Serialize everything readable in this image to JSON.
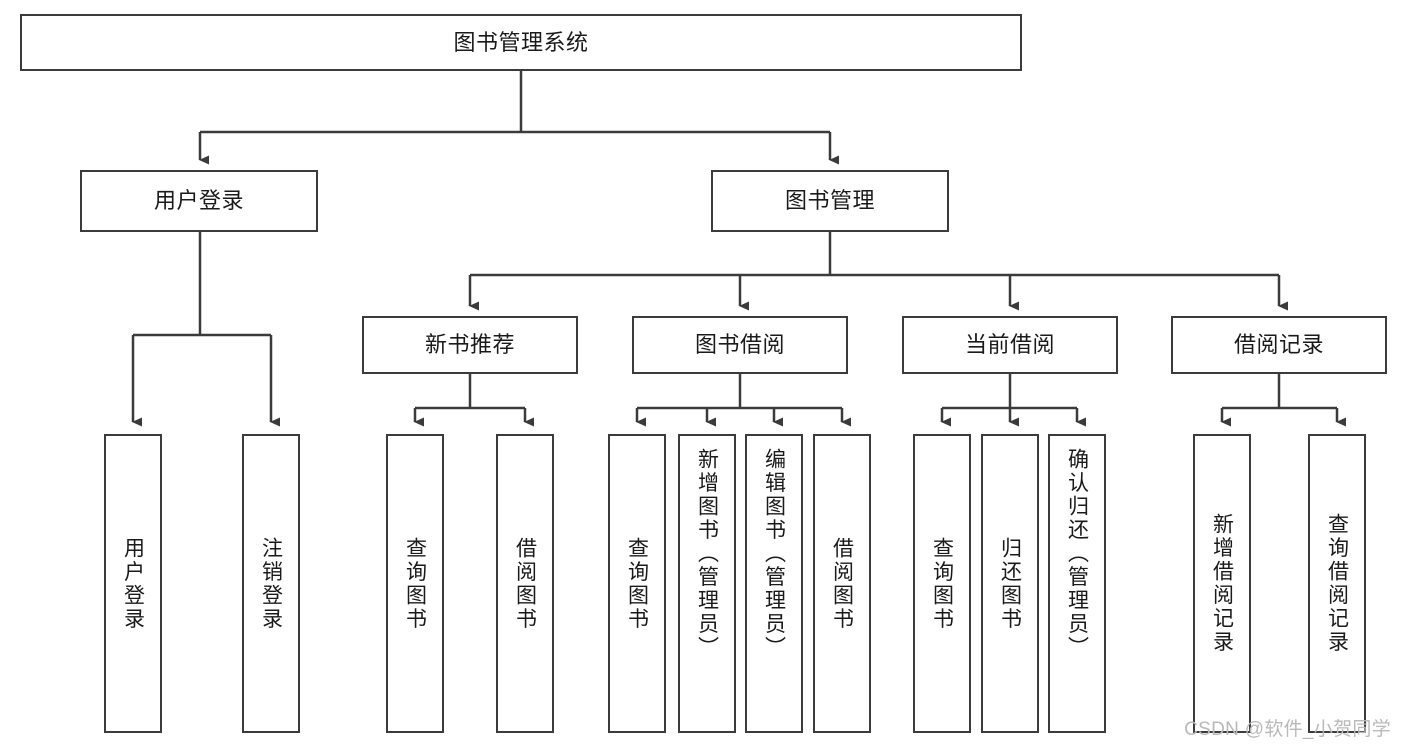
{
  "diagram": {
    "title": "图书管理系统",
    "type": "tree-hierarchy-diagram",
    "nodes": {
      "root": {
        "label": "图书管理系统"
      },
      "level2": [
        {
          "id": "user-login",
          "label": "用户登录"
        },
        {
          "id": "book-management",
          "label": "图书管理"
        }
      ],
      "level3": [
        {
          "id": "new-book-recommend",
          "label": "新书推荐"
        },
        {
          "id": "book-borrow",
          "label": "图书借阅"
        },
        {
          "id": "current-borrow",
          "label": "当前借阅"
        },
        {
          "id": "borrow-record",
          "label": "借阅记录"
        }
      ],
      "leaves": {
        "user_login": [
          {
            "id": "leaf-user-login",
            "label": "用户登录"
          },
          {
            "id": "leaf-logout-login",
            "label": "注销登录"
          }
        ],
        "new_book_recommend": [
          {
            "id": "leaf-query-book-1",
            "label": "查询图书"
          },
          {
            "id": "leaf-borrow-book-1",
            "label": "借阅图书"
          }
        ],
        "book_borrow": [
          {
            "id": "leaf-query-book-2",
            "label": "查询图书"
          },
          {
            "id": "leaf-add-book",
            "label": "新增图书（管理员）"
          },
          {
            "id": "leaf-edit-book",
            "label": "编辑图书（管理员）"
          },
          {
            "id": "leaf-borrow-book-2",
            "label": "借阅图书"
          }
        ],
        "current_borrow": [
          {
            "id": "leaf-query-book-3",
            "label": "查询图书"
          },
          {
            "id": "leaf-return-book",
            "label": "归还图书"
          },
          {
            "id": "leaf-confirm-return",
            "label": "确认归还（管理员）"
          }
        ],
        "borrow_record": [
          {
            "id": "leaf-add-record",
            "label": "新增借阅记录"
          },
          {
            "id": "leaf-query-record",
            "label": "查询借阅记录"
          }
        ]
      }
    },
    "colors": {
      "border": "#3b3b3b",
      "text": "#1a1a1a",
      "background": "#ffffff",
      "connector": "#3b3b3b",
      "watermark": "#b9b9b9"
    }
  },
  "watermark": {
    "text": "CSDN @软件_小贺同学"
  }
}
